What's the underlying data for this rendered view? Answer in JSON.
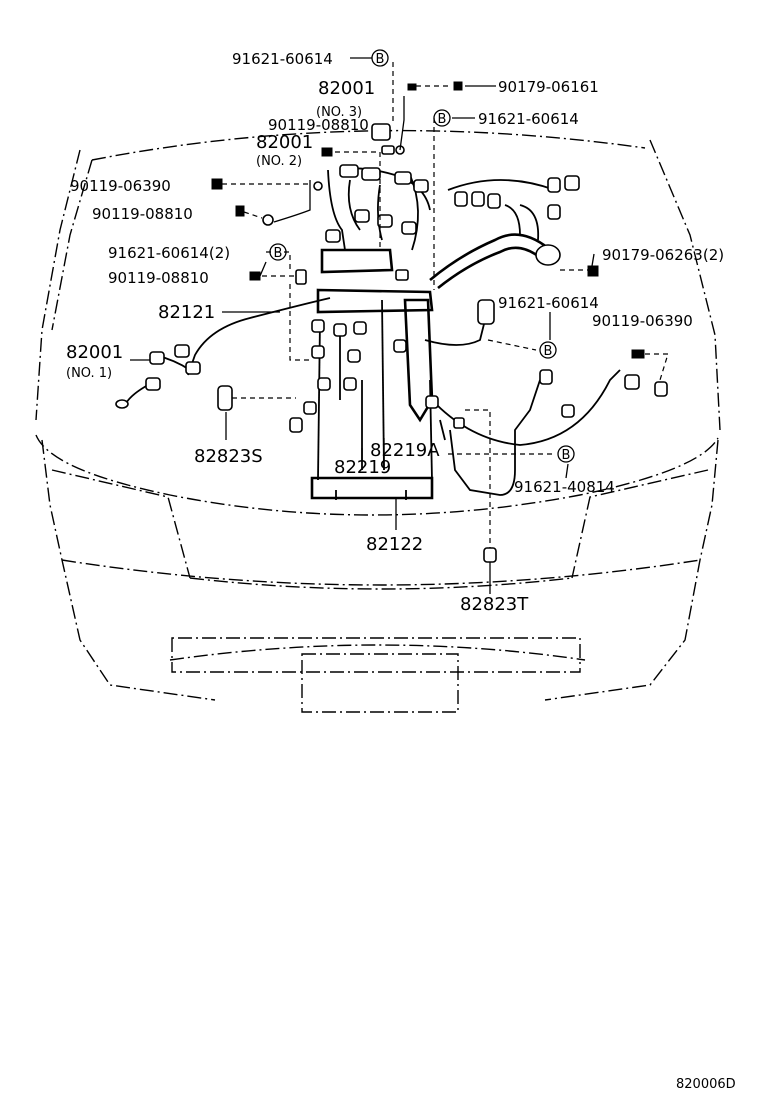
{
  "labels": {
    "p91621_60614_top": "91621-60614",
    "p82001": "82001",
    "no3": "(NO. 3)",
    "p90179_06161": "90179-06161",
    "p90119_08810_a": "90119-08810",
    "p91621_60614_b": "91621-60614",
    "p82001_b": "82001",
    "no2": "(NO. 2)",
    "p90119_06390_a": "90119-06390",
    "p90119_08810_b": "90119-08810",
    "p91621_60614_2": "91621-60614(2)",
    "p90179_06263_2": "90179-06263(2)",
    "p90119_08810_c": "90119-08810",
    "p82121": "82121",
    "p91621_60614_c": "91621-60614",
    "p90119_06390_b": "90119-06390",
    "p82001_c": "82001",
    "no1": "(NO. 1)",
    "p82823S": "82823S",
    "p82219A": "82219A",
    "p82219": "82219",
    "p91621_40814": "91621-40814",
    "p82122": "82122",
    "p82823T": "82823T",
    "diagram_id": "820006D"
  },
  "callout": "B"
}
